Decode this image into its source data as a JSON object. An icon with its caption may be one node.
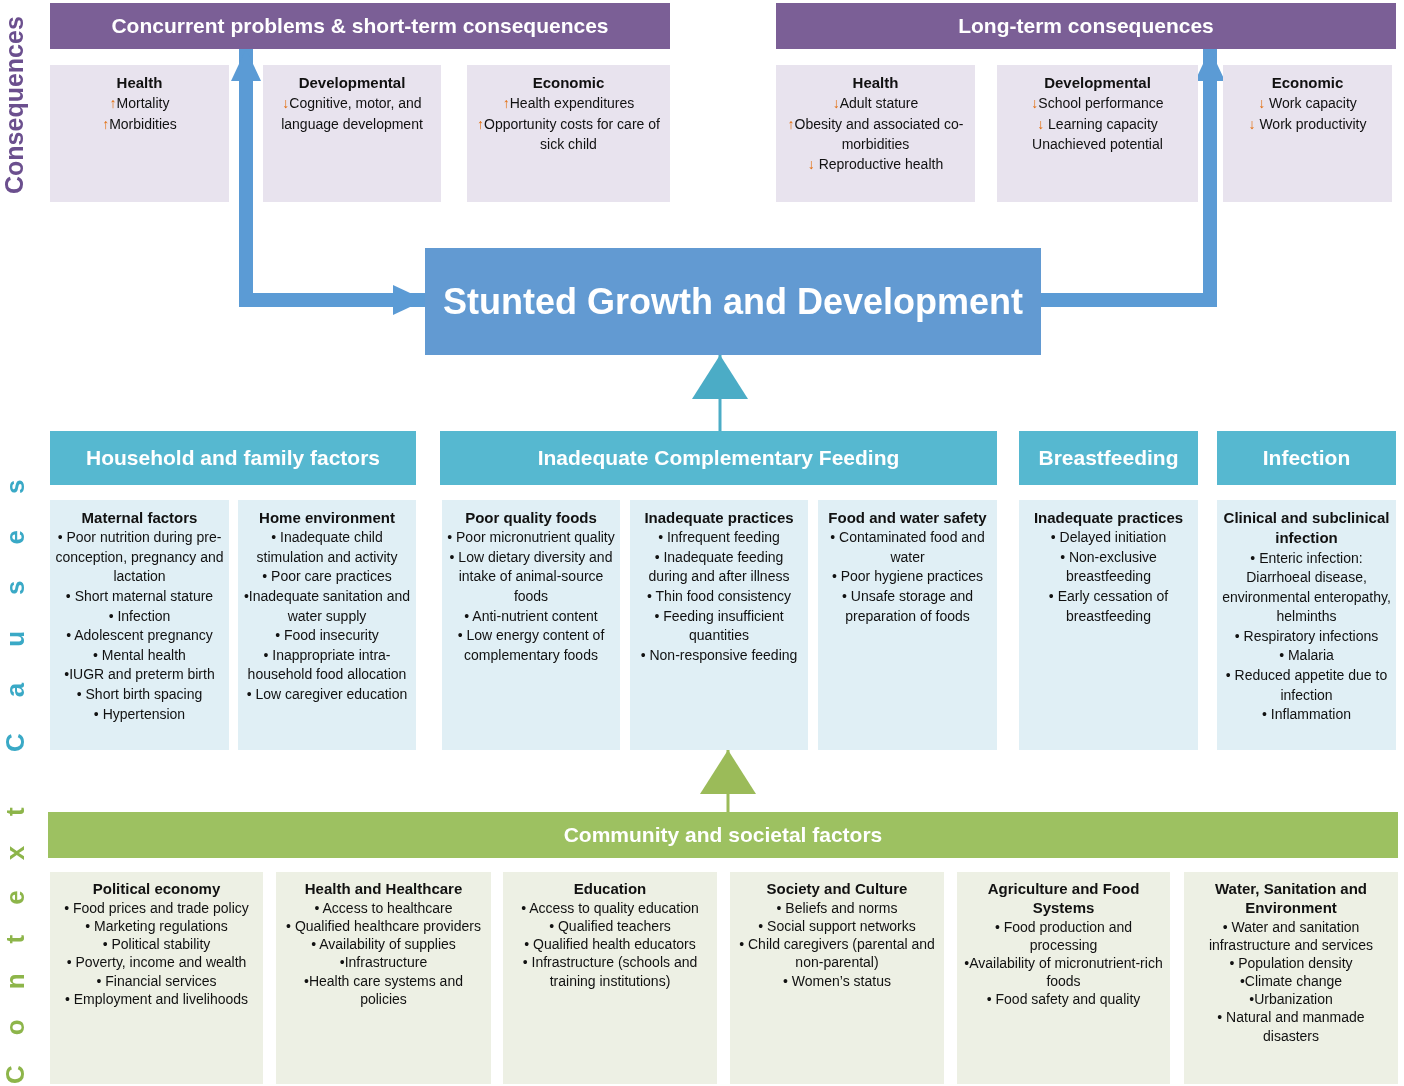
{
  "diagram": {
    "nodes": [
      {
        "text": [
          "Concurrent problems & short-term consequences"
        ]
      },
      {
        "text": [
          "Health",
          "↑Mortality",
          "↑Morbidities"
        ]
      },
      {
        "text": [
          "Developmental",
          "↓Cognitive, motor, and language development"
        ]
      },
      {
        "text": [
          "Economic",
          "↑Health expenditures",
          "↑Opportunity costs for care of sick child"
        ]
      },
      {
        "text": [
          "Long-term consequences"
        ]
      },
      {
        "text": [
          "Health",
          "↓Adult stature",
          "↑Obesity and associated co-morbidities",
          "↓ Reproductive health"
        ]
      },
      {
        "text": [
          "Developmental",
          "↓School performance",
          "↓ Learning capacity",
          "Unachieved potential"
        ]
      },
      {
        "text": [
          "Economic",
          "↓ Work capacity",
          "↓ Work productivity"
        ]
      },
      {
        "text": [
          "Stunted Growth and Development"
        ]
      },
      {
        "text": [
          "Household and family factors"
        ]
      },
      {
        "text": [
          "Maternal factors",
          "• Poor nutrition during pre-conception, pregnancy and lactation",
          "• Short maternal stature",
          "• Infection",
          "• Adolescent pregnancy",
          "• Mental health",
          "•IUGR and preterm birth",
          "• Short birth spacing",
          "• Hypertension"
        ]
      },
      {
        "text": [
          "Home environment",
          "• Inadequate child stimulation and activity",
          "• Poor care practices",
          "•Inadequate sanitation and water supply",
          "• Food insecurity",
          "• Inappropriate intra-household food allocation",
          "• Low caregiver education"
        ]
      },
      {
        "text": [
          "Inadequate Complementary Feeding"
        ]
      },
      {
        "text": [
          "Poor quality foods",
          "• Poor micronutrient quality",
          "• Low dietary diversity and intake of animal-source foods",
          "• Anti-nutrient content",
          "• Low energy content of complementary foods"
        ]
      },
      {
        "text": [
          "Inadequate practices",
          "• Infrequent feeding",
          "• Inadequate feeding during and after illness",
          "• Thin food consistency",
          "• Feeding insufficient quantities",
          "• Non-responsive feeding"
        ]
      },
      {
        "text": [
          "Food and water safety",
          "• Contaminated food and water",
          "• Poor hygiene practices",
          "• Unsafe storage and preparation of foods"
        ]
      },
      {
        "text": [
          "Breastfeeding"
        ]
      },
      {
        "text": [
          "Inadequate practices",
          "• Delayed initiation",
          "• Non-exclusive breastfeeding",
          "• Early cessation of breastfeeding"
        ]
      },
      {
        "text": [
          "Infection"
        ]
      },
      {
        "text": [
          "Clinical and subclinical infection",
          "• Enteric infection: Diarrhoeal disease, environmental enteropathy, helminths",
          "• Respiratory infections",
          "• Malaria",
          "• Reduced appetite due to infection",
          "• Inflammation"
        ]
      },
      {
        "text": [
          "Community and societal factors"
        ]
      },
      {
        "text": [
          "Political economy",
          "• Food prices and trade policy",
          "• Marketing regulations",
          "• Political stability",
          "• Poverty, income and wealth",
          "• Financial services",
          "• Employment and livelihoods"
        ]
      },
      {
        "text": [
          "Health and Healthcare",
          "• Access to healthcare",
          "• Qualified healthcare providers",
          "• Availability of supplies",
          "•Infrastructure",
          "•Health care systems and policies"
        ]
      },
      {
        "text": [
          "Education",
          "• Access to quality education",
          "• Qualified teachers",
          "• Qualified health educators",
          "• Infrastructure (schools and training institutions)"
        ]
      },
      {
        "text": [
          "Society and Culture",
          "• Beliefs and norms",
          "• Social support networks",
          "• Child caregivers (parental and non-parental)",
          "• Women’s status"
        ]
      },
      {
        "text": [
          "Agriculture and Food Systems",
          "• Food production and processing",
          "•Availability of micronutrient-rich foods",
          "• Food safety and quality"
        ]
      },
      {
        "text": [
          "Water, Sanitation and Environment",
          "• Water and sanitation infrastructure and services",
          "• Population density",
          "•Climate change",
          "•Urbanization",
          "• Natural and manmade disasters"
        ]
      }
    ],
    "edges": [
      {
        "from": 8,
        "to": 0,
        "arrow": "both",
        "style": "thick"
      },
      {
        "from": 8,
        "to": 4,
        "arrow": "to",
        "style": "thick"
      },
      {
        "from": 12,
        "to": 8,
        "arrow": "to",
        "color": "#4bacc6"
      },
      {
        "from": 20,
        "to": 14,
        "arrow": "to",
        "color": "#9bbb59"
      }
    ],
    "labels": [
      "Consequences",
      "Causes",
      "Context"
    ]
  }
}
